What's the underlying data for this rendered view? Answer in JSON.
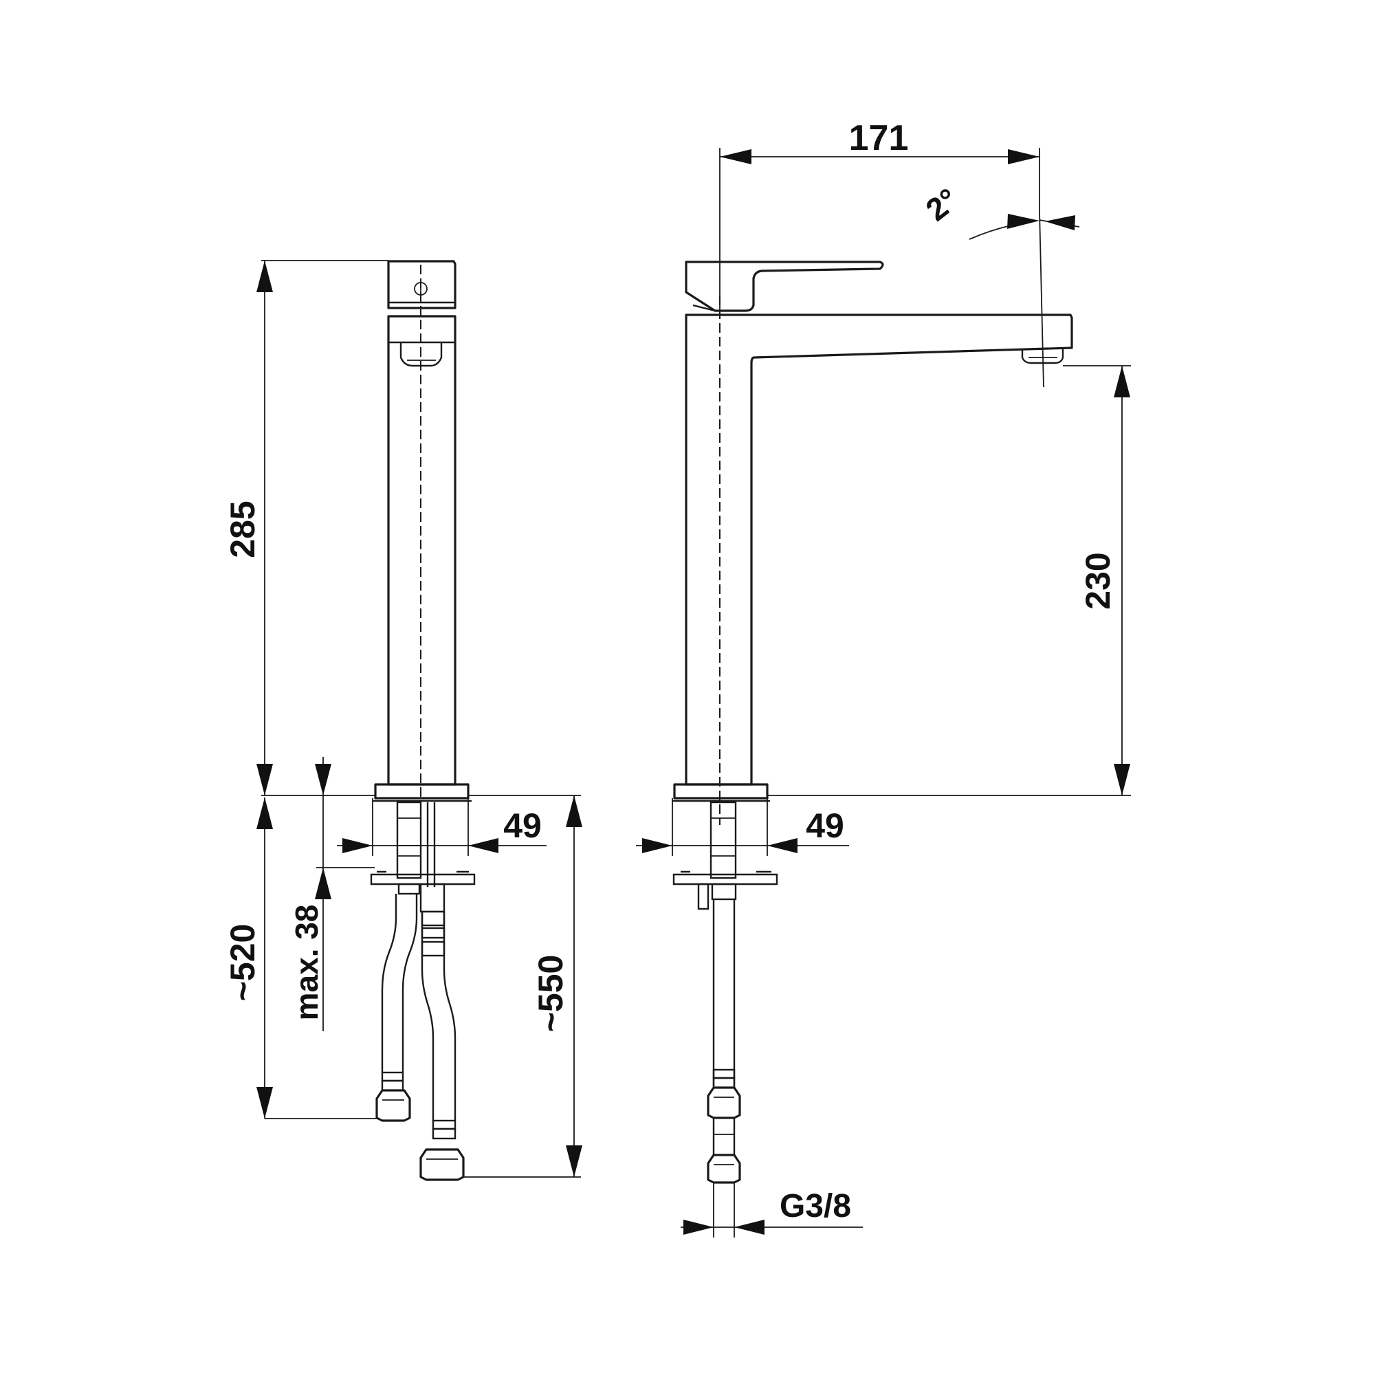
{
  "colors": {
    "line": "#1a1a1a",
    "text": "#111111",
    "background": "#ffffff"
  },
  "dimensions": {
    "overall_height": "285",
    "spout_height": "230",
    "spout_reach": "171",
    "spout_angle": "2°",
    "base_diameter_front": "49",
    "base_diameter_side": "49",
    "max_deck_thickness": "max. 38",
    "hose_length_short": "~520",
    "hose_length_long": "~550",
    "connection_thread": "G3/8"
  }
}
